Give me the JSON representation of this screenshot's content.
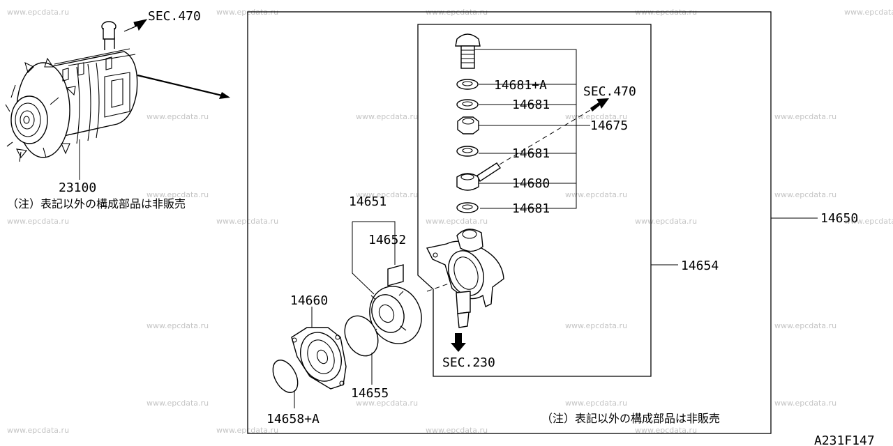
{
  "watermark": "www.epcdata.ru",
  "diagram_code": "A231F147",
  "note_text": "（注）表記以外の構成部品は非販売",
  "parts": {
    "alternator": "23100",
    "pump_assembly": "14650",
    "pump_body_group": "14654",
    "rotor_set": "14651",
    "vane": "14652",
    "cover": "14660",
    "cover_gasket": "14655",
    "seal": "14658+A",
    "washer_a": "14681+A",
    "washer": "14681",
    "nut": "14675",
    "banjo_fitting": "14680"
  },
  "section_refs": {
    "sec_470": "SEC.470",
    "sec_230": "SEC.230"
  }
}
